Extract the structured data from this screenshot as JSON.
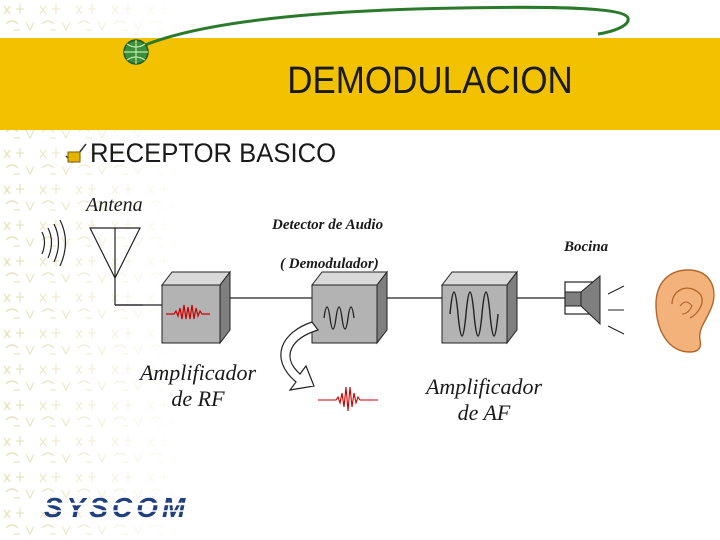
{
  "slide": {
    "title": "DEMODULACION",
    "subtitle": "RECEPTOR BASICO"
  },
  "labels": {
    "antenna": "Antena",
    "detector_line1": "Detector de Audio",
    "detector_line2": "( Demodulador)",
    "speaker": "Bocina",
    "rf_amp_line1": "Amplificador",
    "rf_amp_line2": "de RF",
    "af_amp_line1": "Amplificador",
    "af_amp_line2": "de AF"
  },
  "logo_text": "SYSCOM",
  "colors": {
    "title_band": "#f2c200",
    "pattern": "#e6e1b8",
    "box_front": "#b3b3b3",
    "box_top": "#d9d9d9",
    "box_side": "#7f7f7f",
    "rf_signal": "#cc0000",
    "logo": "#1f3f7f",
    "ear": "#f3b27a",
    "accent_green": "#2b7a2b"
  }
}
